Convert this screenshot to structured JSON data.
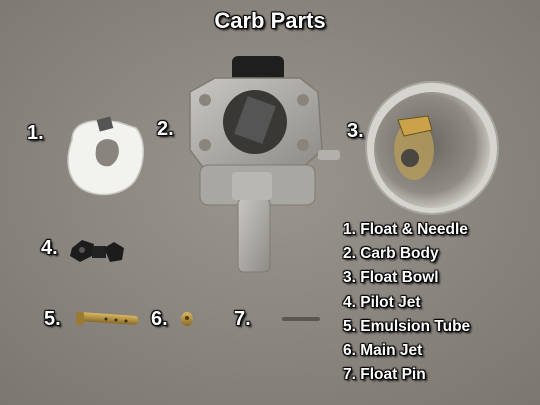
{
  "title": "Carb Parts",
  "colors": {
    "background": "#8a847f",
    "metal": "#b8b6b0",
    "metal_dark": "#6e6b66",
    "float_plastic": "#f2f2ee",
    "rubber": "#222222",
    "brass": "#b08a3a",
    "text": "#ffffff"
  },
  "parts": [
    {
      "number": "1.",
      "label": "1. Float & Needle"
    },
    {
      "number": "2.",
      "label": "2. Carb Body"
    },
    {
      "number": "3.",
      "label": "3. Float Bowl"
    },
    {
      "number": "4.",
      "label": "4. Pilot Jet"
    },
    {
      "number": "5.",
      "label": "5. Emulsion Tube"
    },
    {
      "number": "6.",
      "label": "6. Main Jet"
    },
    {
      "number": "7.",
      "label": "7. Float Pin"
    }
  ]
}
